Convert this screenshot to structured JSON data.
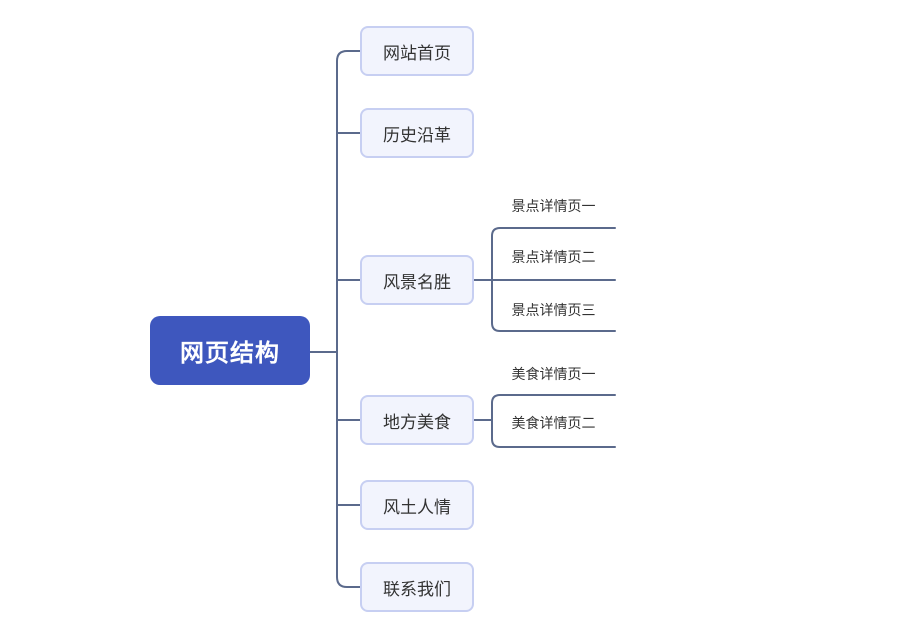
{
  "root": {
    "label": "网页结构"
  },
  "branches": [
    {
      "label": "网站首页",
      "children": []
    },
    {
      "label": "历史沿革",
      "children": []
    },
    {
      "label": "风景名胜",
      "children": [
        "景点详情页一",
        "景点详情页二",
        "景点详情页三"
      ]
    },
    {
      "label": "地方美食",
      "children": [
        "美食详情页一",
        "美食详情页二"
      ]
    },
    {
      "label": "风土人情",
      "children": []
    },
    {
      "label": "联系我们",
      "children": []
    }
  ],
  "colors": {
    "root_bg": "#3E57BE",
    "root_text": "#ffffff",
    "node_bg": "#F2F4FD",
    "node_border": "#C7CFF2",
    "node_text": "#333333",
    "leaf_text": "#333333",
    "line": "#5B6A8C",
    "canvas_bg": "#ffffff"
  }
}
